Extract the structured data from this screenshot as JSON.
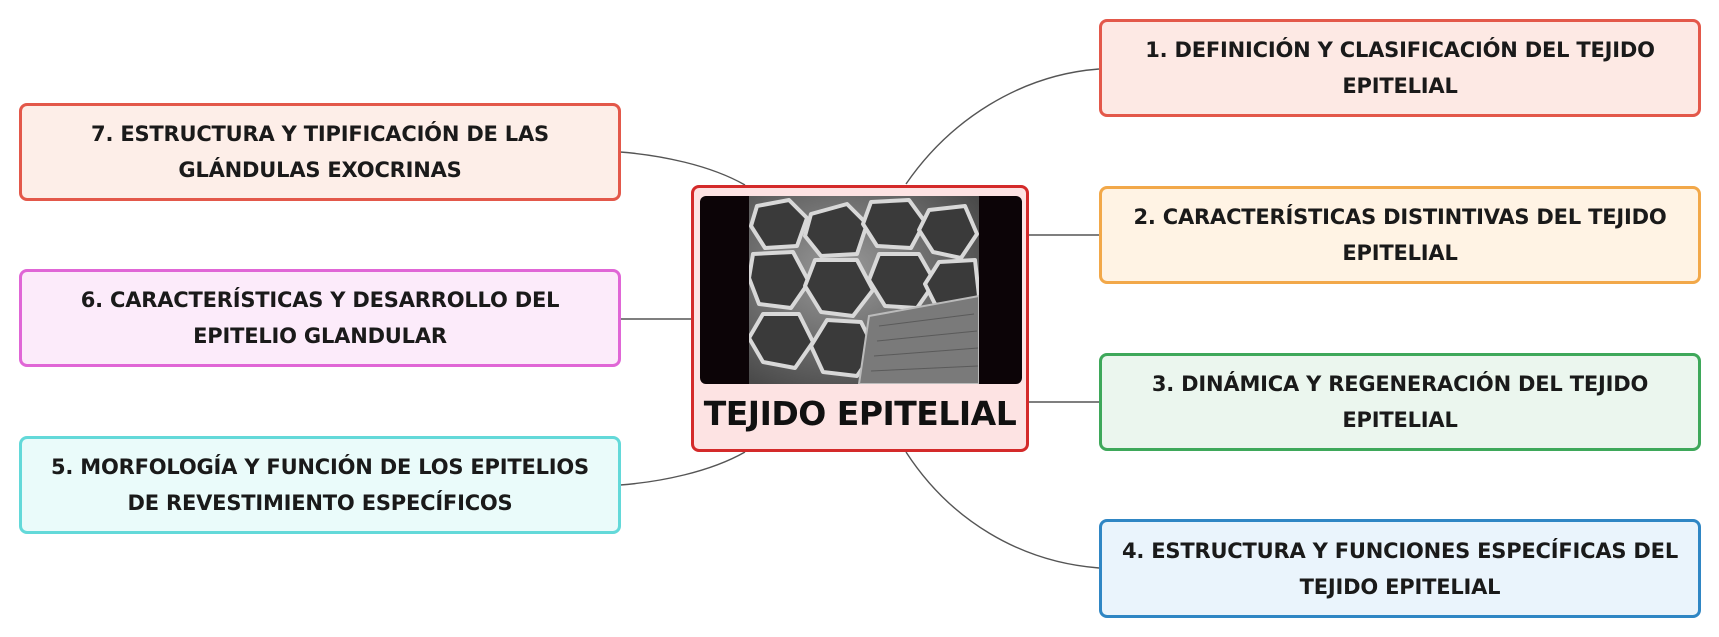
{
  "central_topic": {
    "title": "TEJIDO EPITELIAL",
    "image_description_icon": "epithelial-micrograph"
  },
  "branches": [
    {
      "id": "b1",
      "label": "1. DEFINICIÓN Y CLASIFICACIÓN DEL TEJIDO EPITELIAL",
      "border_color": "#e3584a",
      "fill_color": "#fde9e4"
    },
    {
      "id": "b2",
      "label": "2. CARACTERÍSTICAS DISTINTIVAS DEL TEJIDO EPITELIAL",
      "border_color": "#f2a849",
      "fill_color": "#fff3e4"
    },
    {
      "id": "b3",
      "label": "3. DINÁMICA Y REGENERACIÓN DEL TEJIDO EPITELIAL",
      "border_color": "#3ea85a",
      "fill_color": "#ebf6ee"
    },
    {
      "id": "b4",
      "label": "4. ESTRUCTURA Y FUNCIONES ESPECÍFICAS DEL TEJIDO EPITELIAL",
      "border_color": "#2f86c4",
      "fill_color": "#eaf4fc"
    },
    {
      "id": "b5",
      "label": "5. MORFOLOGÍA Y FUNCIÓN DE LOS EPITELIOS DE REVESTIMIENTO ESPECÍFICOS",
      "border_color": "#63d9d9",
      "fill_color": "#eafbfa"
    },
    {
      "id": "b6",
      "label": "6. CARACTERÍSTICAS Y DESARROLLO DEL EPITELIO GLANDULAR",
      "border_color": "#e066d6",
      "fill_color": "#fcebfa"
    },
    {
      "id": "b7",
      "label": "7. ESTRUCTURA Y TIPIFICACIÓN DE LAS GLÁNDULAS EXOCRINAS",
      "border_color": "#e3584a",
      "fill_color": "#fdeee8"
    }
  ],
  "colors": {
    "connector": "#555555",
    "center_border": "#d42a2a",
    "center_fill": "#fde3e3"
  }
}
